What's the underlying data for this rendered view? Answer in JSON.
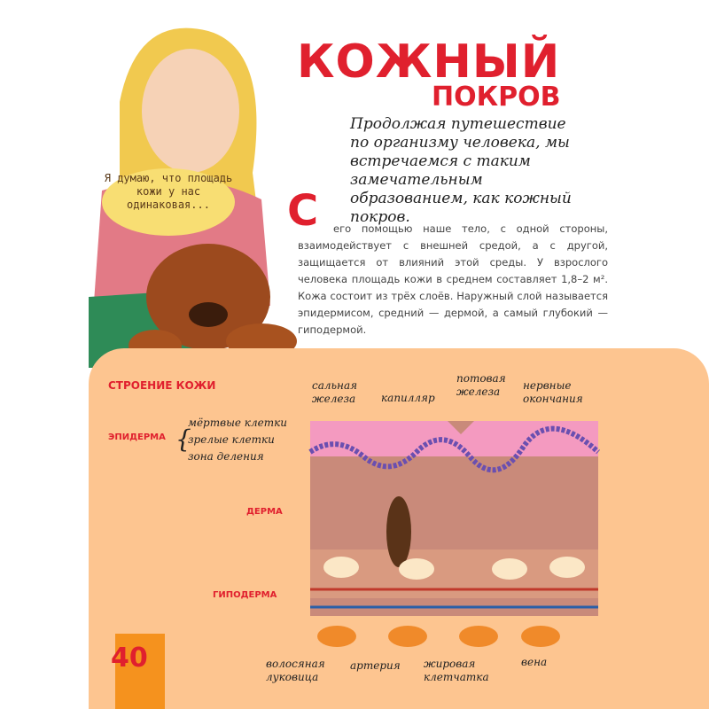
{
  "title": {
    "line1": "КОЖНЫЙ",
    "line2": "ПОКРОВ"
  },
  "intro": "Продолжая путешествие по организму человека, мы встречаемся с таким замечательным образованием, как кожный покров.",
  "speech_bubble": "Я думаю, что площадь кожи у нас одинаковая...",
  "body": {
    "drop_cap": "С",
    "text": "его помощью наше тело, с одной стороны, взаимодействует с внешней средой, а с другой, защищается от влияний этой среды. У взрослого человека площадь кожи в среднем составляет 1,8–2 м². Кожа состоит из трёх слоёв. Наружный слой называется эпидермисом, средний — дермой, а самый глубокий — гиподермой."
  },
  "diagram": {
    "heading": "СТРОЕНИЕ КОЖИ",
    "layers": {
      "epidermis": "ЭПИДЕРМА",
      "dermis": "ДЕРМА",
      "hypodermis": "ГИПОДЕРМА"
    },
    "epidermis_parts": [
      "мёртвые клетки",
      "зрелые клетки",
      "зона деления"
    ],
    "labels": {
      "sebaceous": "сальная железа",
      "capillary": "капилляр",
      "sweat": "потовая железа",
      "nerves": "нервные окончания",
      "follicle": "волосяная луковица",
      "artery": "артерия",
      "fat": "жировая клетчатка",
      "vein": "вена"
    }
  },
  "page_number": "40"
}
